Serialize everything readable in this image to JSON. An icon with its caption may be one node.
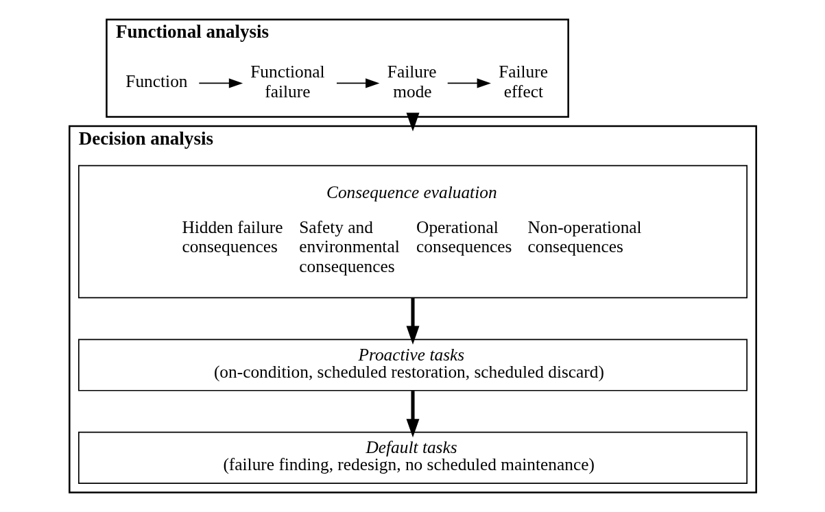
{
  "diagram": {
    "nodes": [
      {
        "text": [
          "Functional analysis"
        ]
      },
      {
        "text": [
          "Function"
        ],
        "in": 0
      },
      {
        "text": [
          "Functional failure"
        ],
        "in": 0
      },
      {
        "text": [
          "Failure mode"
        ],
        "in": 0
      },
      {
        "text": [
          "Failure effect"
        ],
        "in": 0
      },
      {
        "text": [
          "Decision analysis"
        ]
      },
      {
        "text": [
          "Consequence evaluation",
          "Hidden failure consequences",
          "Safety and environmental consequences",
          "Operational consequences",
          "Non-operational consequences"
        ],
        "in": 5
      },
      {
        "text": [
          "Proactive tasks",
          "(on-condition, scheduled restoration, scheduled discard)"
        ],
        "in": 5
      },
      {
        "text": [
          "Default tasks",
          "(failure finding, redesign, no scheduled maintenance)"
        ],
        "in": 5
      }
    ],
    "edges": [
      {
        "from": 1,
        "to": 2,
        "arrow": "to"
      },
      {
        "from": 2,
        "to": 3,
        "arrow": "to"
      },
      {
        "from": 3,
        "to": 4,
        "arrow": "to"
      },
      {
        "from": 0,
        "to": 5,
        "arrow": "to",
        "style": "thick"
      },
      {
        "from": 6,
        "to": 7,
        "arrow": "to",
        "style": "thick"
      },
      {
        "from": 7,
        "to": 8,
        "arrow": "to",
        "style": "thick"
      }
    ]
  }
}
